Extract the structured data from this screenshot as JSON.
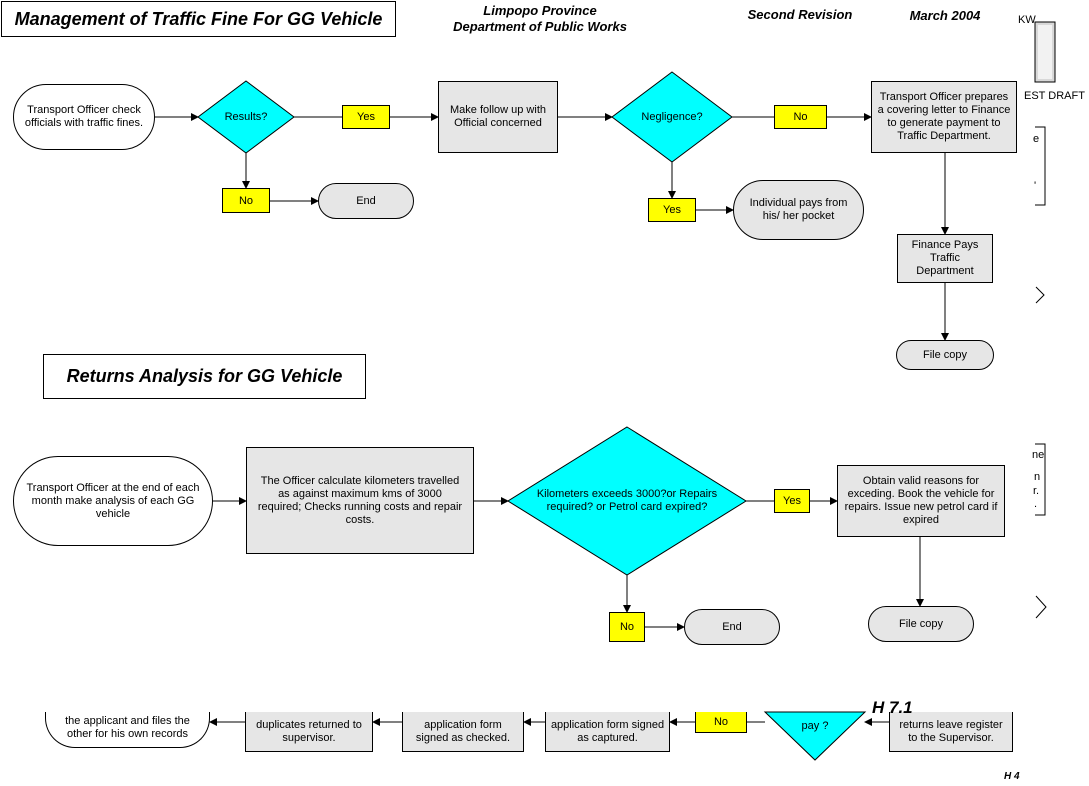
{
  "header": {
    "title": "Management of Traffic Fine For GG Vehicle",
    "province": "Limpopo Province",
    "department": "Department of Public Works",
    "revision": "Second Revision",
    "date": "March 2004"
  },
  "fragments": {
    "kw": "KW",
    "draft": "EST DRAFT",
    "frag_e": "e",
    "frag_dot": "'",
    "frag_ne": "ne",
    "frag_n": "n",
    "frag_r": "r.",
    "frag_d": "."
  },
  "flow1": {
    "start": "Transport Officer check officials with traffic fines.",
    "results": "Results?",
    "yes1": "Yes",
    "no1": "No",
    "end1": "End",
    "followup": "Make follow up with Official concerned",
    "negligence": "Negligence?",
    "no2": "No",
    "yes2": "Yes",
    "individual": "Individual pays from his/ her pocket",
    "covering": "Transport Officer prepares a covering letter to Finance to generate payment to Traffic Department.",
    "finance": "Finance Pays Traffic Department",
    "file": "File copy"
  },
  "section2": {
    "title": "Returns Analysis for GG Vehicle"
  },
  "flow2": {
    "start": "Transport  Officer at the end of each month make analysis of each GG vehicle",
    "calc": "The Officer calculate kilometers travelled as against maximum kms of 3000 required; Checks running costs and repair costs.",
    "decision": "Kilometers exceeds 3000?or Repairs required? or Petrol card expired?",
    "yes": "Yes",
    "no": "No",
    "end": "End",
    "obtain": "Obtain valid reasons for exceding. Book the vehicle for repairs. Issue new petrol card if expired",
    "file": "File copy"
  },
  "flow3": {
    "records": "the applicant and files the other for his own records",
    "duplicates": "duplicates returned to supervisor.",
    "checked": "application form signed as checked.",
    "captured": "application form signed as captured.",
    "no": "No",
    "pay": "pay ?",
    "leave": "returns leave register to the Supervisor."
  },
  "footer": {
    "h71": "H 7.1",
    "h4": "H 4"
  },
  "colors": {
    "decision": "#00ffff",
    "yesno": "#ffff00",
    "process": "#e6e6e6"
  }
}
